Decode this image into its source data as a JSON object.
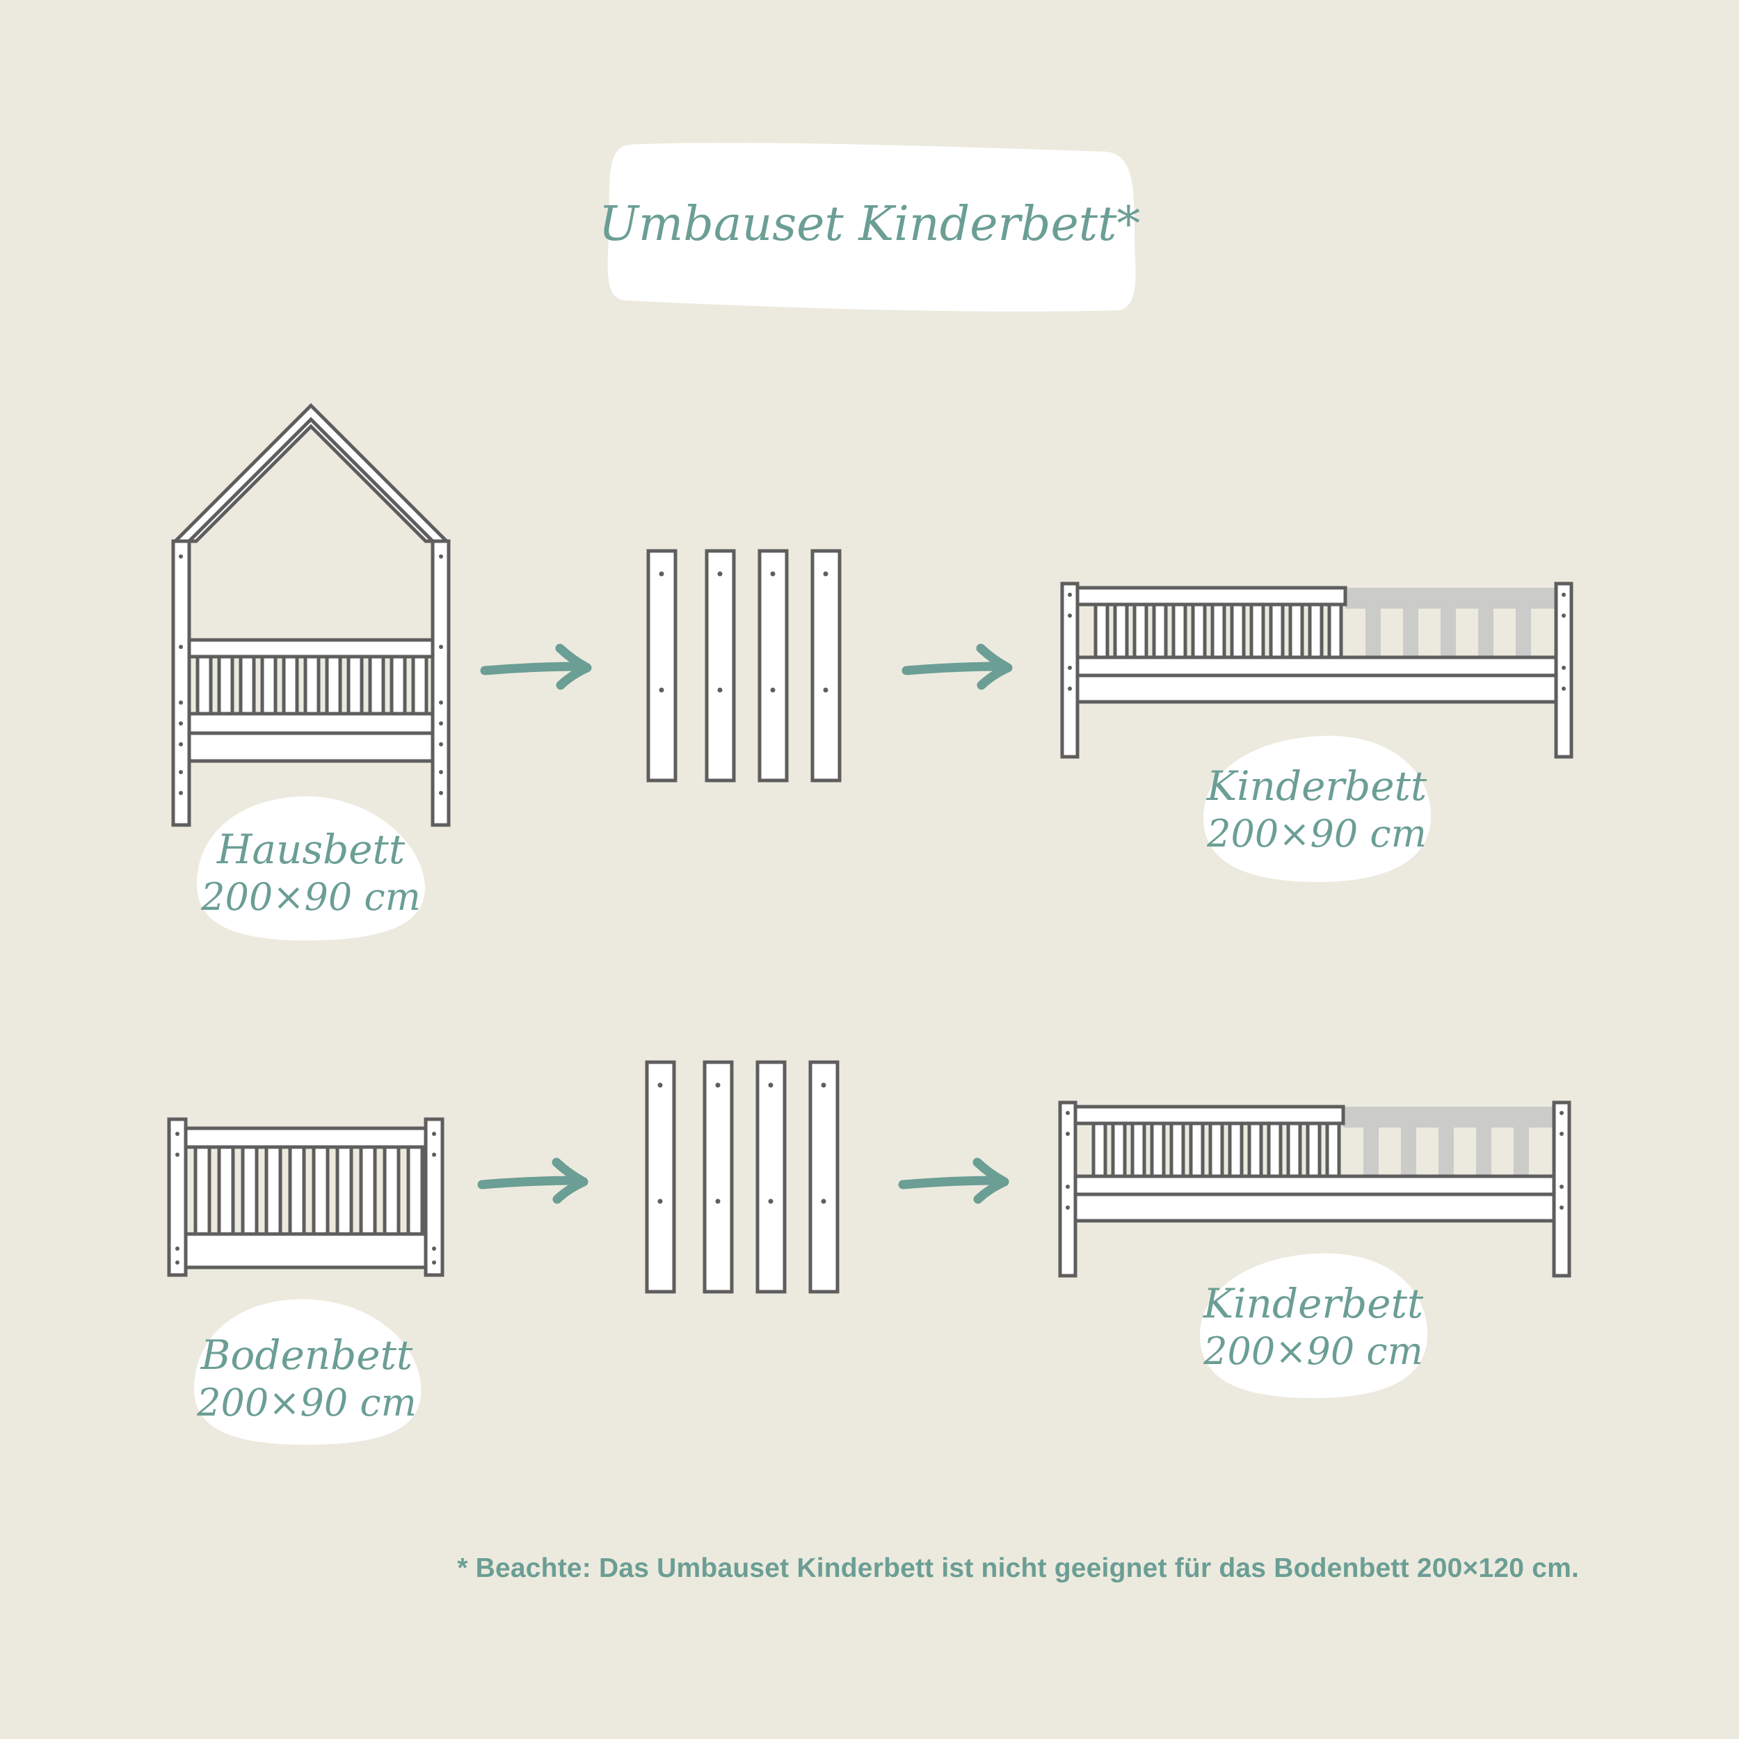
{
  "title": "Umbauset Kinderbett*",
  "rows": [
    {
      "from_label": {
        "name": "Hausbett",
        "size": "200×90 cm"
      },
      "to_label": {
        "name": "Kinderbett",
        "size": "200×90 cm"
      }
    },
    {
      "from_label": {
        "name": "Bodenbett",
        "size": "200×90 cm"
      },
      "to_label": {
        "name": "Kinderbett",
        "size": "200×90 cm"
      }
    }
  ],
  "footnote": "* Beachte: Das Umbauset Kinderbett ist nicht geeignet für das Bodenbett 200×120 cm.",
  "colors": {
    "background": "#ECEADE",
    "accent": "#6B9E95",
    "outline": "#5E5E5E",
    "ghost_rail": "#CBCBC9"
  },
  "icons": [
    "house-bed-icon",
    "floor-bed-icon",
    "bed-post-icon",
    "arrow-right-icon",
    "kids-bed-icon"
  ]
}
